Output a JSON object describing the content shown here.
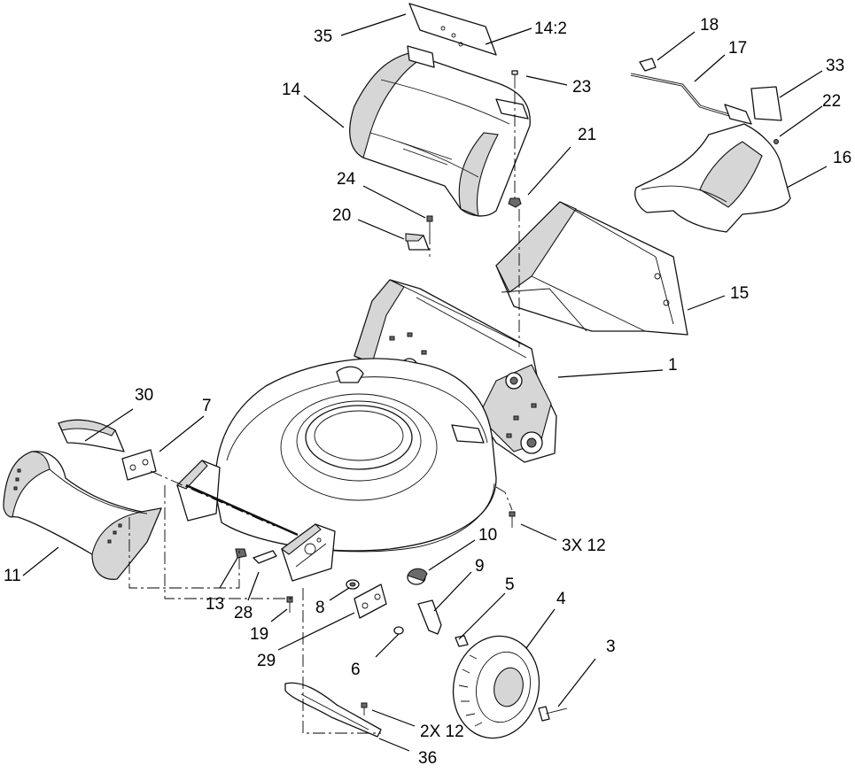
{
  "callouts": [
    {
      "id": "c35",
      "text": "35"
    },
    {
      "id": "c14-2",
      "text": "14:2"
    },
    {
      "id": "c18",
      "text": "18"
    },
    {
      "id": "c17",
      "text": "17"
    },
    {
      "id": "c33",
      "text": "33"
    },
    {
      "id": "c14",
      "text": "14"
    },
    {
      "id": "c23",
      "text": "23"
    },
    {
      "id": "c22",
      "text": "22"
    },
    {
      "id": "c21",
      "text": "21"
    },
    {
      "id": "c16",
      "text": "16"
    },
    {
      "id": "c24",
      "text": "24"
    },
    {
      "id": "c20",
      "text": "20"
    },
    {
      "id": "c15",
      "text": "15"
    },
    {
      "id": "c1",
      "text": "1"
    },
    {
      "id": "c30",
      "text": "30"
    },
    {
      "id": "c7",
      "text": "7"
    },
    {
      "id": "c3x12",
      "text": "3X 12"
    },
    {
      "id": "c10",
      "text": "10"
    },
    {
      "id": "c11",
      "text": "11"
    },
    {
      "id": "c9",
      "text": "9"
    },
    {
      "id": "c5",
      "text": "5"
    },
    {
      "id": "c4",
      "text": "4"
    },
    {
      "id": "c13",
      "text": "13"
    },
    {
      "id": "c28",
      "text": "28"
    },
    {
      "id": "c8",
      "text": "8"
    },
    {
      "id": "c19",
      "text": "19"
    },
    {
      "id": "c29",
      "text": "29"
    },
    {
      "id": "c3",
      "text": "3"
    },
    {
      "id": "c6",
      "text": "6"
    },
    {
      "id": "c2x12",
      "text": "2X 12"
    },
    {
      "id": "c36",
      "text": "36"
    }
  ]
}
